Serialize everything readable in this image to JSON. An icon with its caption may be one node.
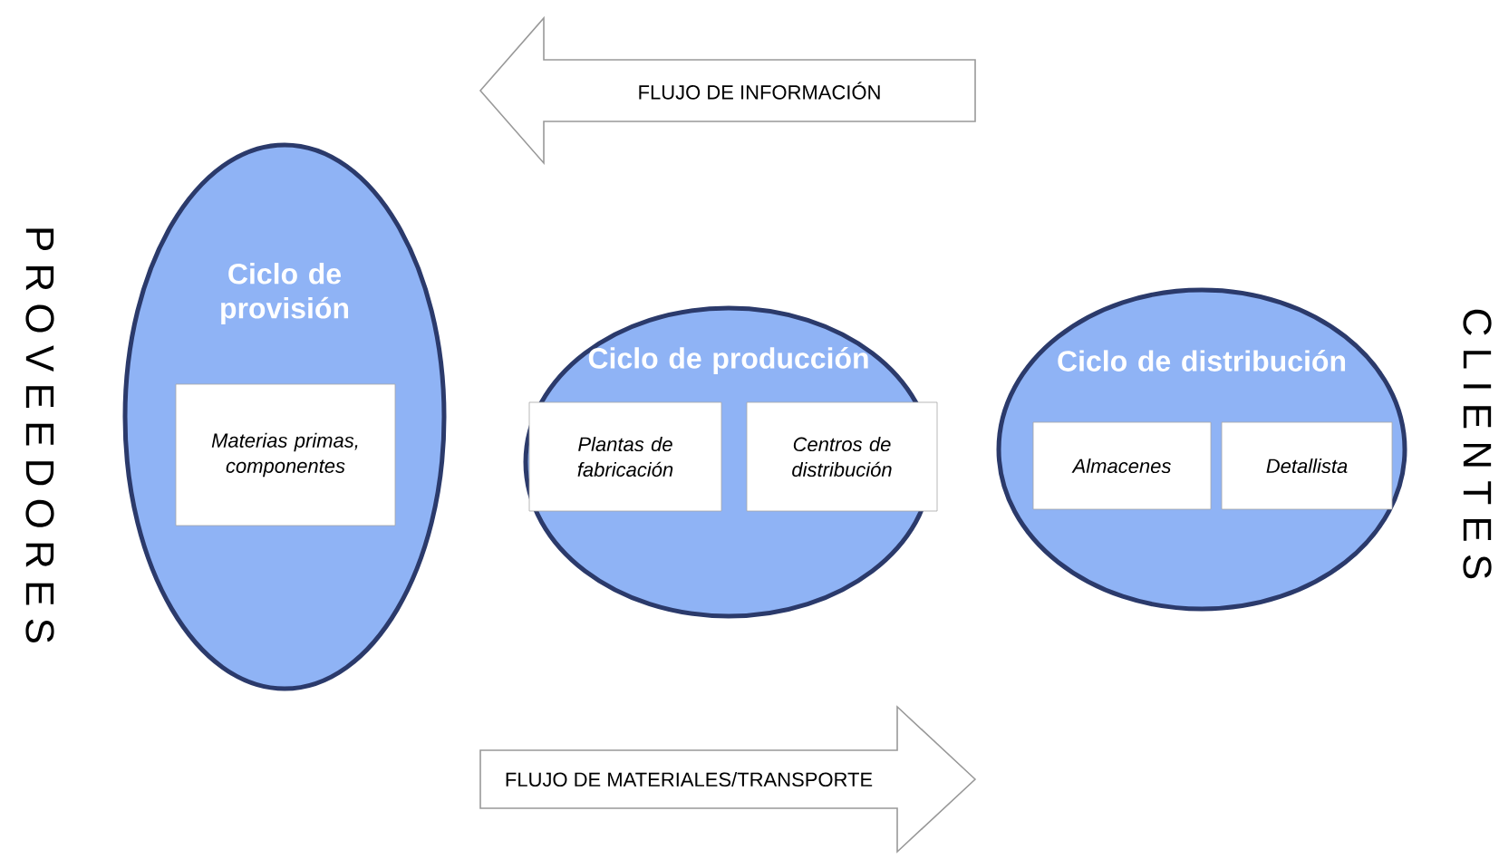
{
  "diagram": {
    "nodes": [
      {
        "text": [
          "Ciclo de provisión"
        ]
      },
      {
        "text": [
          "Materias primas, componentes"
        ],
        "in": 0
      },
      {
        "text": [
          "Ciclo de producción"
        ]
      },
      {
        "text": [
          "Plantas de fabricación"
        ],
        "in": 2
      },
      {
        "text": [
          "Centros de distribución"
        ],
        "in": 2
      },
      {
        "text": [
          "Ciclo de distribución"
        ]
      },
      {
        "text": [
          "Almacenes"
        ],
        "in": 5
      },
      {
        "text": [
          "Detallista"
        ],
        "in": 5
      },
      {
        "text": [
          "FLUJO DE INFORMACIÓN"
        ]
      },
      {
        "text": [
          "FLUJO DE MATERIALES/TRANSPORTE"
        ]
      }
    ],
    "edges": [],
    "labels": [
      "P R O V E E D O R E S",
      "C L I E N T E S"
    ]
  }
}
